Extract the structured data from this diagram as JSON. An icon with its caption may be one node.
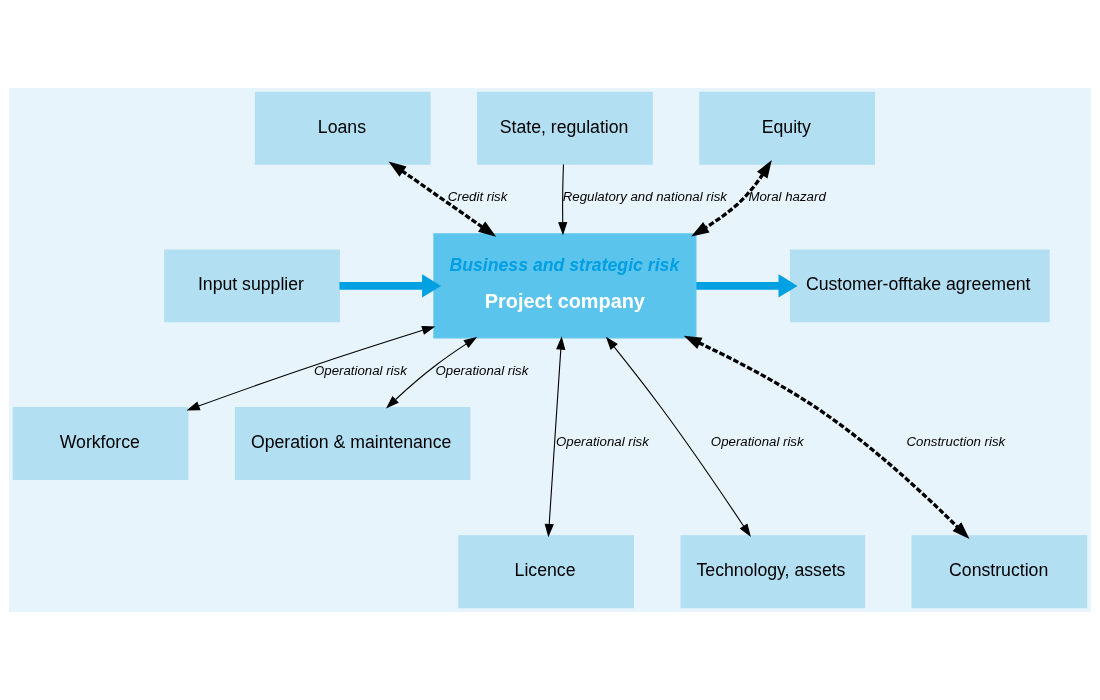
{
  "diagram": {
    "nodes": [
      {
        "text": [
          "State, regulation"
        ]
      },
      {
        "text": [
          "Loans"
        ]
      },
      {
        "text": [
          "Equity"
        ]
      },
      {
        "text": [
          "Business and strategic risk",
          "Project company"
        ]
      },
      {
        "text": [
          "Input supplier"
        ]
      },
      {
        "text": [
          "Customer-offtake agreement"
        ]
      },
      {
        "text": [
          "Workforce"
        ]
      },
      {
        "text": [
          "Operation & maintenance"
        ]
      },
      {
        "text": [
          "Licence"
        ]
      },
      {
        "text": [
          "Technology, assets"
        ]
      },
      {
        "text": [
          "Construction"
        ]
      }
    ],
    "edges": [
      {
        "from": 1,
        "to": 3,
        "arrow": "both",
        "label": "Credit risk",
        "style": "dashed"
      },
      {
        "from": 0,
        "to": 3,
        "arrow": "to",
        "label": "Regulatory and national risk"
      },
      {
        "from": 2,
        "to": 3,
        "arrow": "both",
        "label": "Moral hazard",
        "style": "dashed"
      },
      {
        "from": 4,
        "to": 3,
        "arrow": "to",
        "style": "thick",
        "color": "#00a0e3"
      },
      {
        "from": 3,
        "to": 5,
        "arrow": "to",
        "style": "thick",
        "color": "#00a0e3"
      },
      {
        "from": 6,
        "to": 3,
        "arrow": "both",
        "label": "Operational risk"
      },
      {
        "from": 3,
        "to": 7,
        "arrow": "both",
        "label": "Operational risk"
      },
      {
        "from": 8,
        "to": 3,
        "arrow": "both",
        "label": "Operational risk"
      },
      {
        "from": 9,
        "to": 3,
        "arrow": "both",
        "label": "Operational risk"
      },
      {
        "from": 3,
        "to": 10,
        "arrow": "both",
        "label": "Construction risk",
        "style": "dashed"
      }
    ]
  }
}
